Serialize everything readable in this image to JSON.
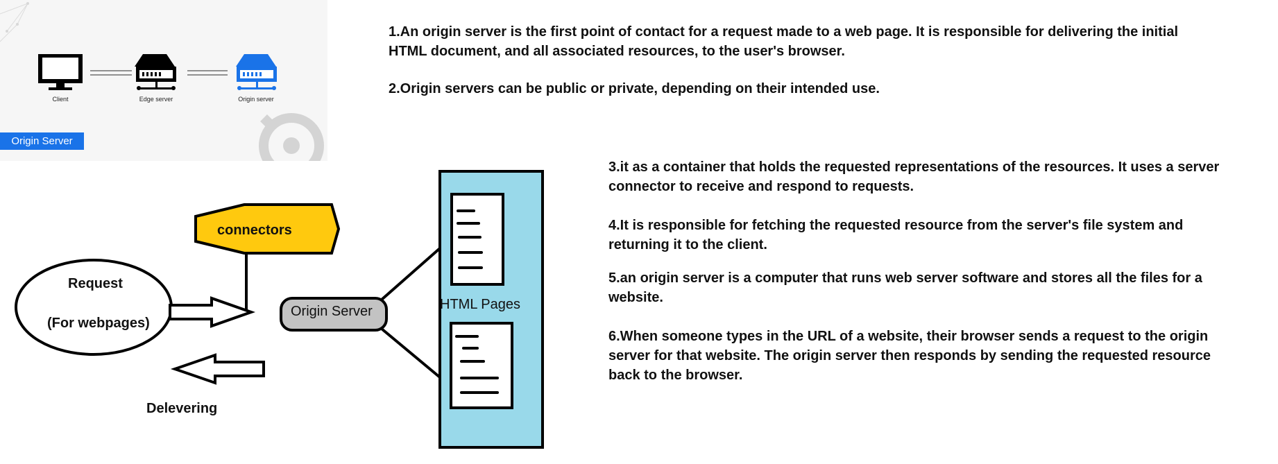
{
  "banner": {
    "client_label": "Client",
    "edge_label": "Edge server",
    "origin_label": "Origin server",
    "tag": "Origin Server",
    "tag_color": "#1a73e8",
    "origin_icon_color": "#1a73e8"
  },
  "paragraphs": [
    "1.An origin server is the first point of contact for a request made to a web page. It is responsible for delivering the initial HTML document, and all associated resources, to the user's browser.",
    "2.Origin servers can be public or private, depending on their intended use.",
    "3.it as a container that holds the requested representations of the resources. It uses a server connector to receive and respond to requests.",
    "4.It is responsible for fetching the requested resource from the server's file system and returning it to the client.",
    "5.an origin server is a computer that runs web server software and stores all the files for a website.",
    "6.When someone types in the URL of a website, their browser sends a request to the origin server for that website. The origin server then responds by sending the requested resource back to the browser."
  ],
  "diagram": {
    "request_label": "Request",
    "request_sub": "(For webpages)",
    "connectors_label": "connectors",
    "origin_server_label": "Origin Server",
    "html_pages_label": "HTML Pages",
    "delivering_label": "Delevering",
    "connectors_color": "#ffc90e",
    "origin_server_color": "#c3c3c3",
    "html_box_color": "#99d9ea"
  }
}
